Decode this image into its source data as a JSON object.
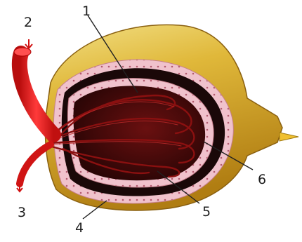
{
  "diagram": {
    "structure_labels": [
      "1",
      "2",
      "3",
      "4",
      "5",
      "6"
    ]
  },
  "colors": {
    "capsule_outer": "#d8a820",
    "capsule_highlight": "#f2df84",
    "epithelium": "#f0c2cc",
    "capsular_space": "#1a0808",
    "capillaries": "#8a1010",
    "arteriole": "#e01818",
    "arrow": "#f0c030"
  }
}
